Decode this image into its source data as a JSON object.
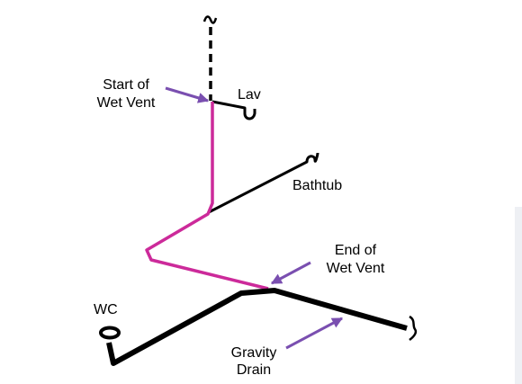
{
  "labels": {
    "start_line1": "Start of",
    "start_line2": "Wet Vent",
    "lav": "Lav",
    "bathtub": "Bathtub",
    "end_line1": "End of",
    "end_line2": "Wet Vent",
    "wc": "WC",
    "gravity_line1": "Gravity",
    "gravity_line2": "Drain"
  },
  "colors": {
    "wet_vent": "#cc2a9a",
    "pipe": "#000000",
    "arrow": "#7a4fb0",
    "right_edge_shadow": "#eef0f4"
  }
}
